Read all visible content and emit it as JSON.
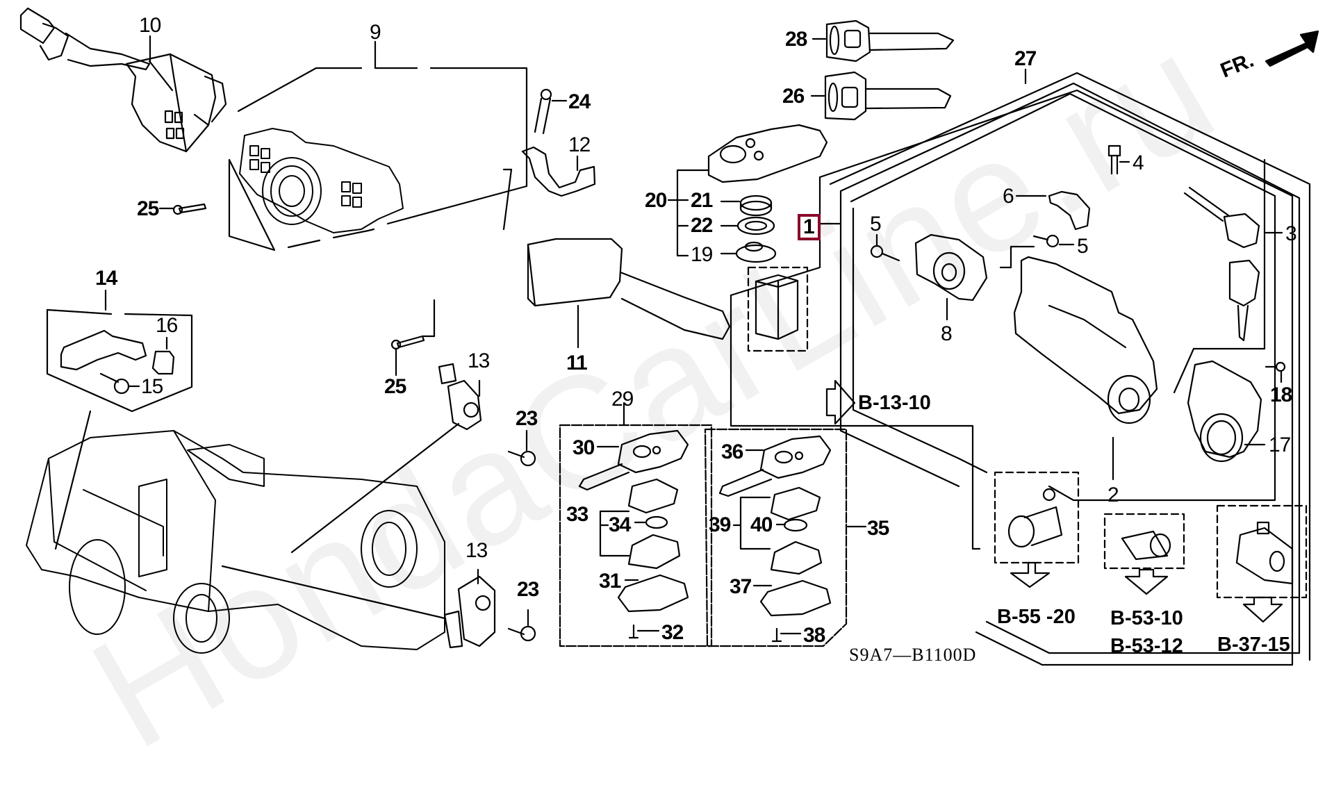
{
  "diagram": {
    "title_code": "S9A7—B1100D",
    "watermark": "HondaCarLine.ru",
    "direction_label": "FR.",
    "highlighted_part": "1",
    "part_labels": [
      {
        "id": "p10",
        "text": "10"
      },
      {
        "id": "p9",
        "text": "9"
      },
      {
        "id": "p24",
        "text": "24"
      },
      {
        "id": "p12",
        "text": "12"
      },
      {
        "id": "p25a",
        "text": "25"
      },
      {
        "id": "p25b",
        "text": "25"
      },
      {
        "id": "p14",
        "text": "14"
      },
      {
        "id": "p16",
        "text": "16"
      },
      {
        "id": "p15",
        "text": "15"
      },
      {
        "id": "p13a",
        "text": "13"
      },
      {
        "id": "p23a",
        "text": "23"
      },
      {
        "id": "p13b",
        "text": "13"
      },
      {
        "id": "p23b",
        "text": "23"
      },
      {
        "id": "p11",
        "text": "11"
      },
      {
        "id": "p28",
        "text": "28"
      },
      {
        "id": "p26",
        "text": "26"
      },
      {
        "id": "p20",
        "text": "20"
      },
      {
        "id": "p21",
        "text": "21"
      },
      {
        "id": "p22",
        "text": "22"
      },
      {
        "id": "p19",
        "text": "19"
      },
      {
        "id": "p29",
        "text": "29"
      },
      {
        "id": "p30",
        "text": "30"
      },
      {
        "id": "p33",
        "text": "33"
      },
      {
        "id": "p34",
        "text": "34"
      },
      {
        "id": "p31",
        "text": "31"
      },
      {
        "id": "p32",
        "text": "32"
      },
      {
        "id": "p36",
        "text": "36"
      },
      {
        "id": "p39",
        "text": "39"
      },
      {
        "id": "p40",
        "text": "40"
      },
      {
        "id": "p35",
        "text": "35"
      },
      {
        "id": "p37",
        "text": "37"
      },
      {
        "id": "p38",
        "text": "38"
      },
      {
        "id": "p27",
        "text": "27"
      },
      {
        "id": "p4",
        "text": "4"
      },
      {
        "id": "p6",
        "text": "6"
      },
      {
        "id": "p5a",
        "text": "5"
      },
      {
        "id": "p5b",
        "text": "5"
      },
      {
        "id": "p3",
        "text": "3"
      },
      {
        "id": "p8",
        "text": "8"
      },
      {
        "id": "p18",
        "text": "18"
      },
      {
        "id": "p17",
        "text": "17"
      },
      {
        "id": "p2",
        "text": "2"
      }
    ],
    "references": [
      {
        "id": "ref_b1310",
        "text": "B-13-10"
      },
      {
        "id": "ref_b5520",
        "text": "B-55 -20"
      },
      {
        "id": "ref_b5310",
        "text": "B-53-10"
      },
      {
        "id": "ref_b5312",
        "text": "B-53-12"
      },
      {
        "id": "ref_b3715",
        "text": "B-37-15"
      }
    ]
  }
}
